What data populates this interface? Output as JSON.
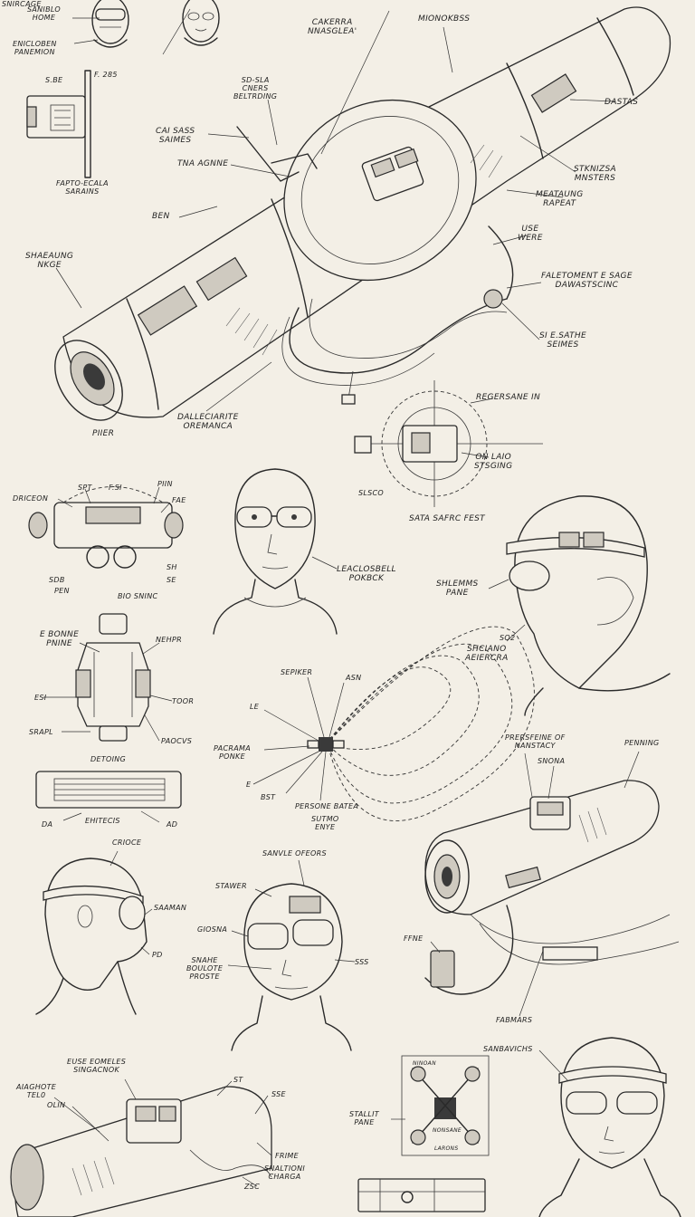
{
  "labels": {
    "l1": "SNIRCAGE",
    "l2": "SANIBLO\nHOME",
    "l3": "ENICLOBEN\nPANEMION",
    "l4": "S.BE",
    "l5": "F. 285",
    "l6": "FAPTO-ECALA\nSARAINS",
    "l7": "SD-SLA\nCNERS\nBELTRDING",
    "l8": "CAI SASS\nSAIMES",
    "l9": "TNA AGNNE",
    "l10": "BEN",
    "l11": "CAKERRA\nNNASGLEA'",
    "l12": "MIONOKBSS",
    "l13": "DASTAS",
    "l14": "STKNIZSA\nMNSTERS",
    "l15": "MEATAUNG\nRAPEAT",
    "l16": "USE\nWERE",
    "l17": "FALETOMENT E SAGE\nDAWASTSCINC",
    "l18": "SI E.SATHE\nSEIMES",
    "l19": "SHAEAUNG\nNKGE",
    "l20": "DALLECIARITE\nOREMANCA",
    "l21": "PIIER",
    "l22": "REGERSANE IN",
    "l23": "ON LAIO\nSTSGING",
    "l24": "SLSCO",
    "l25": "SATA SAFRC FEST",
    "l26": "DRICEON",
    "l27": "SPT",
    "l28": "F.SI",
    "l29": "PIIN",
    "l30": "FAE",
    "l31": "SDB",
    "l32": "PEN",
    "l33": "BIO SNINC",
    "l34": "SH",
    "l35": "SE",
    "l36": "LEACLOSBELL\nPOKBCK",
    "l37": "SHLEMMS\nPANE",
    "l38": "SO2",
    "l39": "SHCIANO\nAEIERCRA",
    "l40": "E BONNE\nPNINE",
    "l41": "NEHPR",
    "l42": "ESI",
    "l43": "TOOR",
    "l44": "SRAPL",
    "l45": "PAOCVS",
    "l46": "DETOING",
    "l47": "DA",
    "l48": "EHITECIS",
    "l49": "AD",
    "l50": "SEPIKER",
    "l51": "ASN",
    "l52": "LE",
    "l53": "PACRAMA\nPONKE",
    "l54": "E",
    "l55": "BST",
    "l56": "PERSONE BATEA",
    "l57": "SUTMO\nENYE",
    "l58": "PRERSFEINE OF\nNANSTACY",
    "l59": "SNONA",
    "l60": "PENNING",
    "l61": "FFNE",
    "l62": "FABMARS",
    "l63": "CRIOCE",
    "l64": "SAAMAN",
    "l65": "PD",
    "l66": "SANVLE OFEORS",
    "l67": "STAWER",
    "l68": "GIOSNA",
    "l69": "SNAHE\nBOULOTE\nPROSTE",
    "l70": "SSS",
    "l71": "EUSE EOMELES\nSINGACNOK",
    "l72": "AIAGHOTE\nTEL0",
    "l73": "OLIN",
    "l74": "ST",
    "l75": "SSE",
    "l76": "FRIME",
    "l77": "SNALTIONI\nCHARGA",
    "l78": "ZSC",
    "l79": "SANBAVICHS",
    "l80": "STALLIT\nPANE",
    "l81": "NINOAN",
    "l82": "NONSANE",
    "l83": "LARONS"
  }
}
